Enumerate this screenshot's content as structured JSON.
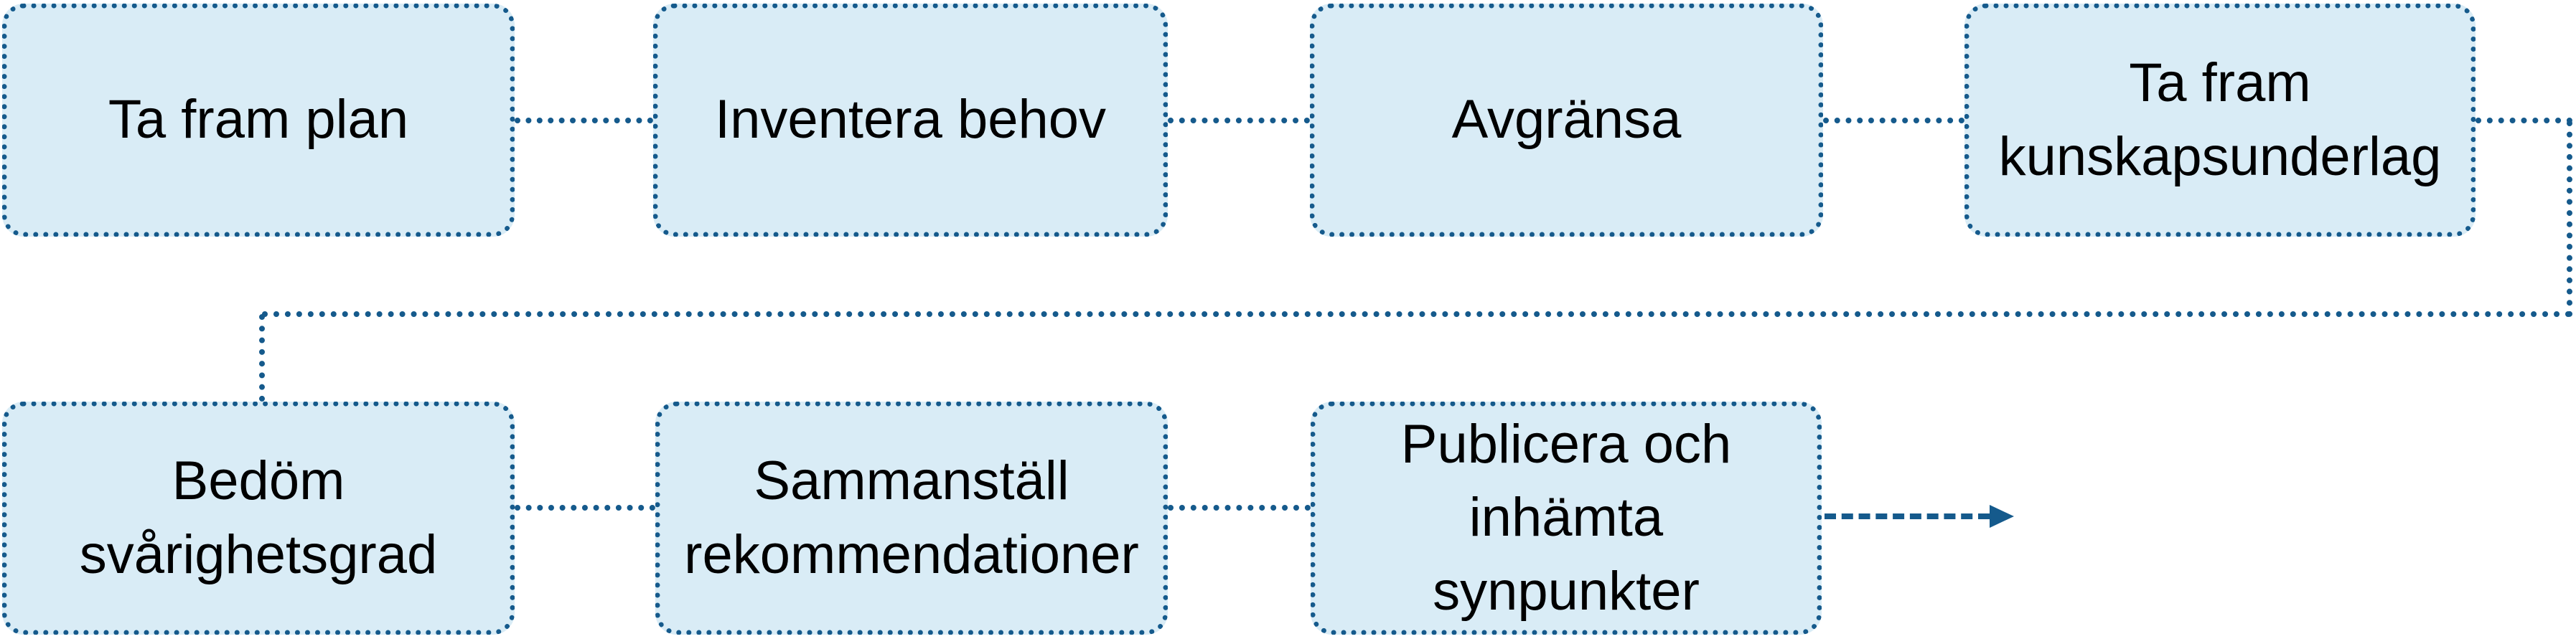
{
  "diagram": {
    "type": "process-flowchart",
    "language": "sv",
    "flow": "left-to-right, wrapping to second row, open-ended arrow at end"
  },
  "steps": [
    {
      "id": 1,
      "label": "Ta fram plan"
    },
    {
      "id": 2,
      "label": "Inventera behov"
    },
    {
      "id": 3,
      "label": "Avgränsa"
    },
    {
      "id": 4,
      "label": "Ta fram\nkunskapsunderlag"
    },
    {
      "id": 5,
      "label": "Bedöm\nsvårighetsgrad"
    },
    {
      "id": 6,
      "label": "Sammanställ\nrekommendationer"
    },
    {
      "id": 7,
      "label": "Publicera och\ninhämta\nsynpunkter"
    }
  ],
  "connectors": {
    "style_between_steps": "dotted",
    "style_final_arrow": "dashed",
    "final_arrow": "arrow-right-icon"
  },
  "colors": {
    "box_fill": "#d9ecf6",
    "line": "#155a8c",
    "text": "#000000",
    "background": "#ffffff"
  }
}
